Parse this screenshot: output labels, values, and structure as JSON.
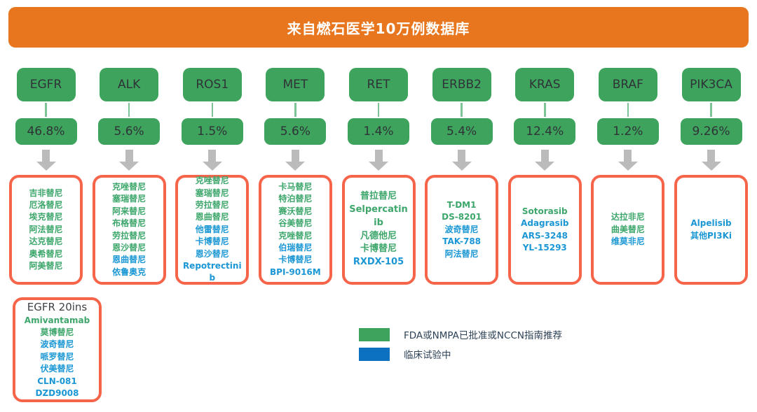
{
  "title": "来自燃石医学10万例数据库",
  "colors": {
    "banner_orange": "#E8761E",
    "box_green": "#3EA35C",
    "drug_box_border_coral": "#F6644A",
    "arrow_gray": "#BBBBBB",
    "approved_text_green": "#3DA66B",
    "trial_text_blue": "#1A97D4",
    "legend_trial_blue": "#0B71C0",
    "dark_text": "#2F3338"
  },
  "columns": [
    {
      "gene": "EGFR",
      "pct": "46.8%",
      "drugs": [
        {
          "name": "吉非替尼",
          "status": "approved"
        },
        {
          "name": "厄洛替尼",
          "status": "approved"
        },
        {
          "name": "埃克替尼",
          "status": "approved"
        },
        {
          "name": "阿法替尼",
          "status": "approved"
        },
        {
          "name": "达克替尼",
          "status": "approved"
        },
        {
          "name": "奥希替尼",
          "status": "approved"
        },
        {
          "name": "阿美替尼",
          "status": "approved"
        }
      ]
    },
    {
      "gene": "ALK",
      "pct": "5.6%",
      "drugs": [
        {
          "name": "克唑替尼",
          "status": "approved"
        },
        {
          "name": "塞瑞替尼",
          "status": "approved"
        },
        {
          "name": "阿来替尼",
          "status": "approved"
        },
        {
          "name": "布格替尼",
          "status": "approved"
        },
        {
          "name": "劳拉替尼",
          "status": "approved"
        },
        {
          "name": "恩沙替尼",
          "status": "approved"
        },
        {
          "name": "恩曲替尼",
          "status": "trial"
        },
        {
          "name": "依鲁奥克",
          "status": "trial"
        }
      ]
    },
    {
      "gene": "ROS1",
      "pct": "1.5%",
      "drugs": [
        {
          "name": "克唑替尼",
          "status": "approved"
        },
        {
          "name": "塞瑞替尼",
          "status": "approved"
        },
        {
          "name": "劳拉替尼",
          "status": "approved"
        },
        {
          "name": "恩曲替尼",
          "status": "approved"
        },
        {
          "name": "他雷替尼",
          "status": "trial"
        },
        {
          "name": "卡博替尼",
          "status": "trial"
        },
        {
          "name": "恩沙替尼",
          "status": "trial"
        },
        {
          "name": "Repotrectinib",
          "status": "trial"
        }
      ]
    },
    {
      "gene": "MET",
      "pct": "5.6%",
      "drugs": [
        {
          "name": "卡马替尼",
          "status": "approved"
        },
        {
          "name": "特泊替尼",
          "status": "approved"
        },
        {
          "name": "赛沃替尼",
          "status": "approved"
        },
        {
          "name": "谷美替尼",
          "status": "approved"
        },
        {
          "name": "克唑替尼",
          "status": "approved"
        },
        {
          "name": "伯瑞替尼",
          "status": "trial"
        },
        {
          "name": "卡博替尼",
          "status": "trial"
        },
        {
          "name": "BPI-9016M",
          "status": "trial"
        }
      ]
    },
    {
      "gene": "RET",
      "pct": "1.4%",
      "drugs": [
        {
          "name": "普拉替尼",
          "status": "approved"
        },
        {
          "name": "Selpercatinib",
          "status": "approved"
        },
        {
          "name": "凡德他尼",
          "status": "approved"
        },
        {
          "name": "卡博替尼",
          "status": "approved"
        },
        {
          "name": "RXDX-105",
          "status": "trial"
        }
      ]
    },
    {
      "gene": "ERBB2",
      "pct": "5.4%",
      "drugs": [
        {
          "name": "T-DM1",
          "status": "approved"
        },
        {
          "name": "DS-8201",
          "status": "approved"
        },
        {
          "name": "波奇替尼",
          "status": "trial"
        },
        {
          "name": "TAK-788",
          "status": "trial"
        },
        {
          "name": "阿法替尼",
          "status": "trial"
        }
      ]
    },
    {
      "gene": "KRAS",
      "pct": "12.4%",
      "drugs": [
        {
          "name": "Sotorasib",
          "status": "approved"
        },
        {
          "name": "Adagrasib",
          "status": "trial"
        },
        {
          "name": "ARS-3248",
          "status": "trial"
        },
        {
          "name": "YL-15293",
          "status": "trial"
        }
      ]
    },
    {
      "gene": "BRAF",
      "pct": "1.2%",
      "drugs": [
        {
          "name": "达拉非尼",
          "status": "approved"
        },
        {
          "name": "曲美替尼",
          "status": "approved"
        },
        {
          "name": "维莫非尼",
          "status": "trial"
        }
      ]
    },
    {
      "gene": "PIK3CA",
      "pct": "9.26%",
      "drugs": [
        {
          "name": "Alpelisib",
          "status": "trial"
        },
        {
          "name": "其他PI3Ki",
          "status": "trial"
        }
      ]
    }
  ],
  "extra_box": {
    "title": "EGFR 20ins",
    "drugs": [
      {
        "name": "Amivantamab",
        "status": "approved"
      },
      {
        "name": "莫博替尼",
        "status": "approved"
      },
      {
        "name": "波奇替尼",
        "status": "trial"
      },
      {
        "name": "哌罗替尼",
        "status": "trial"
      },
      {
        "name": "伏美替尼",
        "status": "trial"
      },
      {
        "name": "CLN-081",
        "status": "trial"
      },
      {
        "name": "DZD9008",
        "status": "trial"
      }
    ]
  },
  "legend": {
    "items": [
      {
        "label": "FDA或NMPA已批准或NCCN指南推荐",
        "status_key": "approved",
        "swatch": "#3EA35C"
      },
      {
        "label": "临床试验中",
        "status_key": "trial",
        "swatch": "#0B71C0"
      }
    ]
  }
}
